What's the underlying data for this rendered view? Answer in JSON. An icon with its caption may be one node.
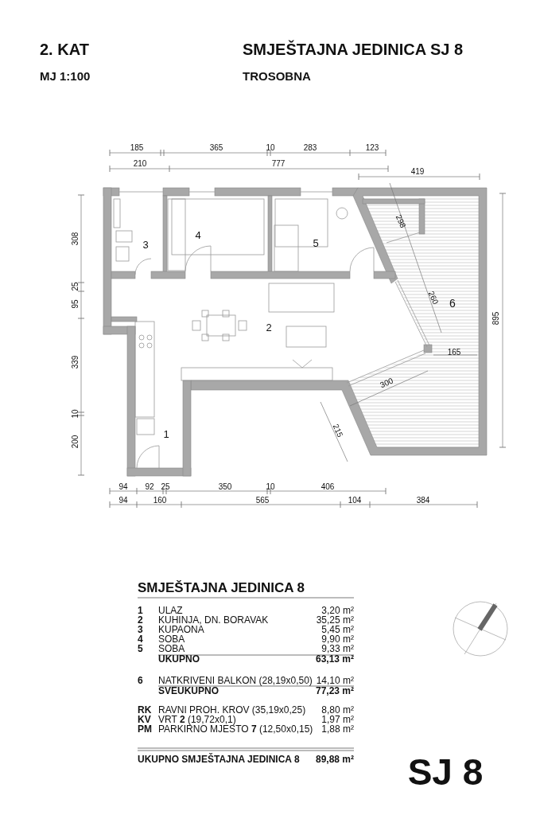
{
  "diagram": {
    "labels": [
      "2. KAT",
      "SMJEŠTAJNA JEDINICA SJ 8",
      "MJ 1:100",
      "TROSOBNA",
      "185",
      "365",
      "10",
      "283",
      "123",
      "210",
      "777",
      "419",
      "308",
      "25",
      "95",
      "339",
      "10",
      "200",
      "298",
      "3",
      "4",
      "5",
      "6",
      "260",
      "2",
      "895",
      "165",
      "300",
      "215",
      "1",
      "94",
      "92",
      "25",
      "350",
      "10",
      "406",
      "94",
      "160",
      "565",
      "104",
      "384",
      "SMJEŠTAJNA JEDINICA 8",
      "1",
      "ULAZ",
      "3,20 m²",
      "2",
      "KUHINJA, DN. BORAVAK",
      "35,25 m²",
      "3",
      "KUPAONA",
      "5,45 m²",
      "4",
      "SOBA",
      "9,90 m²",
      "5",
      "SOBA",
      "9,33 m²",
      "UKUPNO",
      "63,13 m²",
      "6",
      "NATKRIVENI BALKON (28,19x0,50)",
      "14,10 m²",
      "SVEUKUPNO",
      "77,23 m²",
      "RK",
      "RAVNI PROH. KROV (35,19x0,25)",
      "8,80 m²",
      "KV",
      "VRT **2** (19,72x0,1)",
      "1,97 m²",
      "PM",
      "PARKIRNO MJESTO **7** (12,50x0,15)",
      "1,88 m²",
      "UKUPNO SMJEŠTAJNA JEDINICA 8",
      "89,88 m²",
      "SJ 8"
    ]
  }
}
